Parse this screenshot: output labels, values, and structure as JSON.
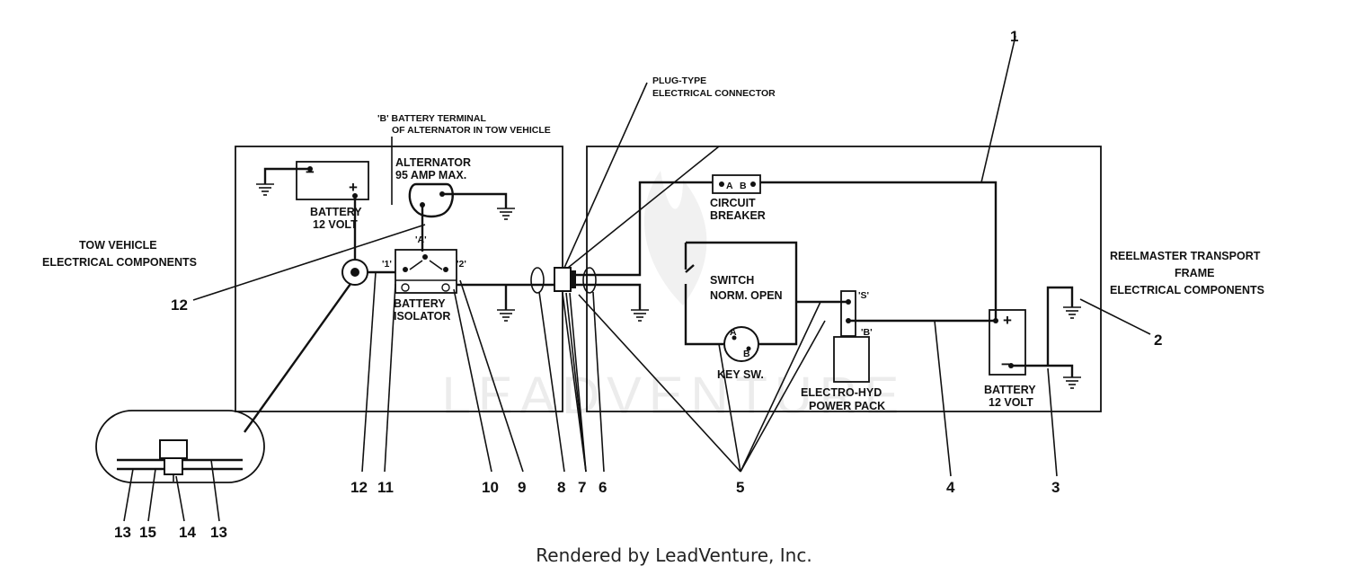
{
  "labels": {
    "plug_type_1": "PLUG-TYPE",
    "plug_type_2": "ELECTRICAL CONNECTOR",
    "b_term_1": "'B' BATTERY TERMINAL",
    "b_term_2": "OF ALTERNATOR IN TOW VEHICLE",
    "alternator_1": "ALTERNATOR",
    "alternator_2": "95 AMP MAX.",
    "alt_terminal_a": "'A'",
    "battery_left_1": "BATTERY",
    "battery_left_2": "12 VOLT",
    "tow_vehicle_1": "TOW VEHICLE",
    "tow_vehicle_2": "ELECTRICAL COMPONENTS",
    "isolator_1": "BATTERY",
    "isolator_2": "ISOLATOR",
    "iso_term_1": "'1'",
    "iso_term_2": "'2'",
    "circuit_breaker_1": "CIRCUIT",
    "circuit_breaker_2": "BREAKER",
    "cb_a": "A",
    "cb_b": "B",
    "switch_1": "SWITCH",
    "switch_2": "NORM. OPEN",
    "key_sw": "KEY SW.",
    "key_a": "A",
    "key_b": "B",
    "power_pack_1": "ELECTRO-HYD",
    "power_pack_2": "POWER PACK",
    "pp_s": "'S'",
    "pp_b": "'B'",
    "battery_right_1": "BATTERY",
    "battery_right_2": "12 VOLT",
    "reelmaster_1": "REELMASTER TRANSPORT",
    "reelmaster_2": "FRAME",
    "reelmaster_3": "ELECTRICAL COMPONENTS",
    "plus": "+",
    "minus": "−",
    "watermark": "LEADVENTURE"
  },
  "callouts": {
    "n1": "1",
    "n2": "2",
    "n3": "3",
    "n4": "4",
    "n5": "5",
    "n6": "6",
    "n7": "7",
    "n8": "8",
    "n9": "9",
    "n10": "10",
    "n11": "11",
    "n12_left": "12",
    "n12_bottom": "12",
    "n13_a": "13",
    "n15": "15",
    "n14": "14",
    "n13_b": "13"
  },
  "footer": "Rendered by LeadVenture, Inc."
}
